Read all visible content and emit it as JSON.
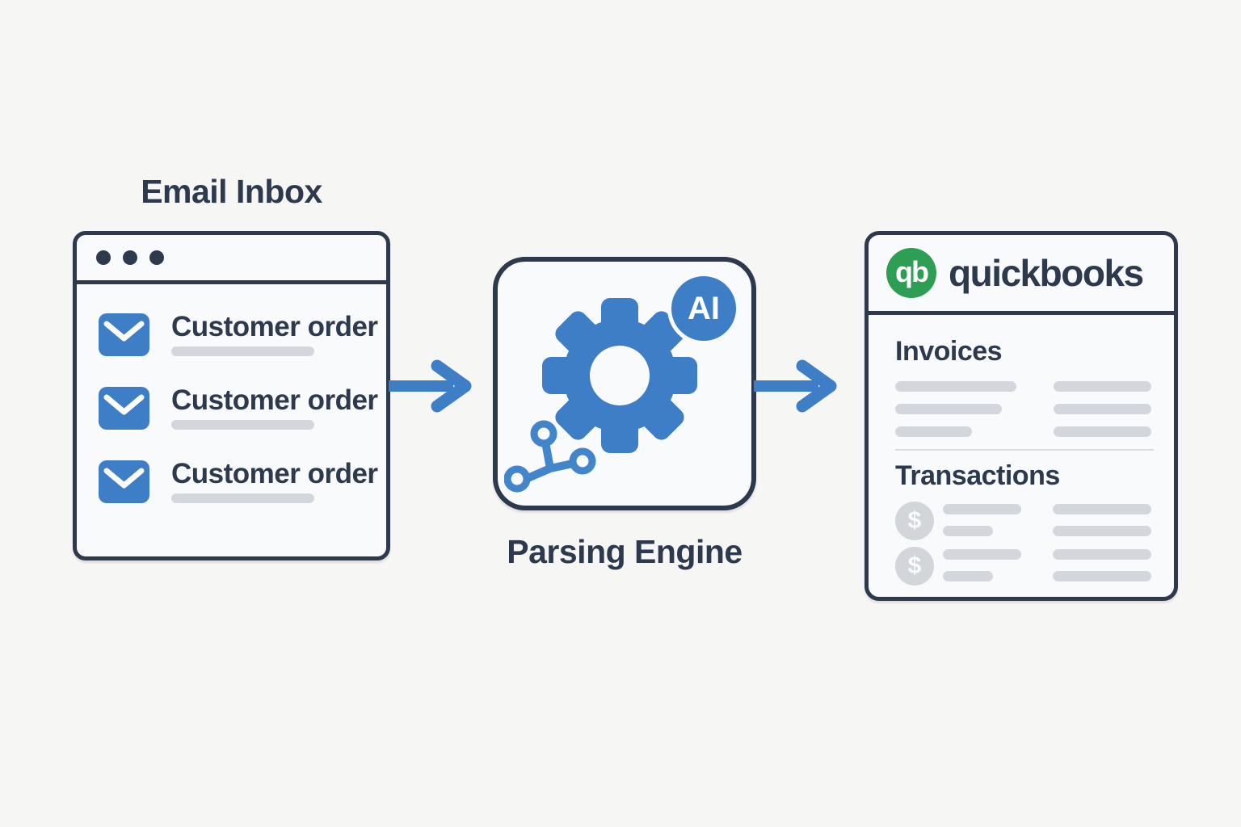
{
  "colors": {
    "background": "#f6f6f4",
    "panel": "#f9fafb",
    "navy": "#2d3a4e",
    "blue": "#3d7ec6",
    "branch_blue": "#4385cb",
    "skeleton_gray": "#d3d7dd",
    "dollar_gray": "#d2d6da",
    "qb_green": "#2e9e54"
  },
  "email_inbox": {
    "title": "Email Inbox",
    "window_dots": 3,
    "items": [
      {
        "subject": "Customer order",
        "icon": "envelope-icon"
      },
      {
        "subject": "Customer order",
        "icon": "envelope-icon"
      },
      {
        "subject": "Customer order",
        "icon": "envelope-icon"
      }
    ]
  },
  "parsing_engine": {
    "label": "Parsing Engine",
    "badge": "AI",
    "icons": [
      "gear-icon",
      "ai-badge",
      "branch-icon"
    ]
  },
  "quickbooks": {
    "brand": "quickbooks",
    "logo_monogram": "qb",
    "dollar_symbol": "$",
    "sections": [
      {
        "title": "Invoices",
        "skeleton_rows": 3,
        "columns": 2
      },
      {
        "title": "Transactions",
        "skeleton_rows": 2,
        "row_icon": "dollar-icon"
      }
    ]
  },
  "flow": {
    "arrows": [
      "email-inbox-to-parsing-engine",
      "parsing-engine-to-quickbooks"
    ]
  }
}
